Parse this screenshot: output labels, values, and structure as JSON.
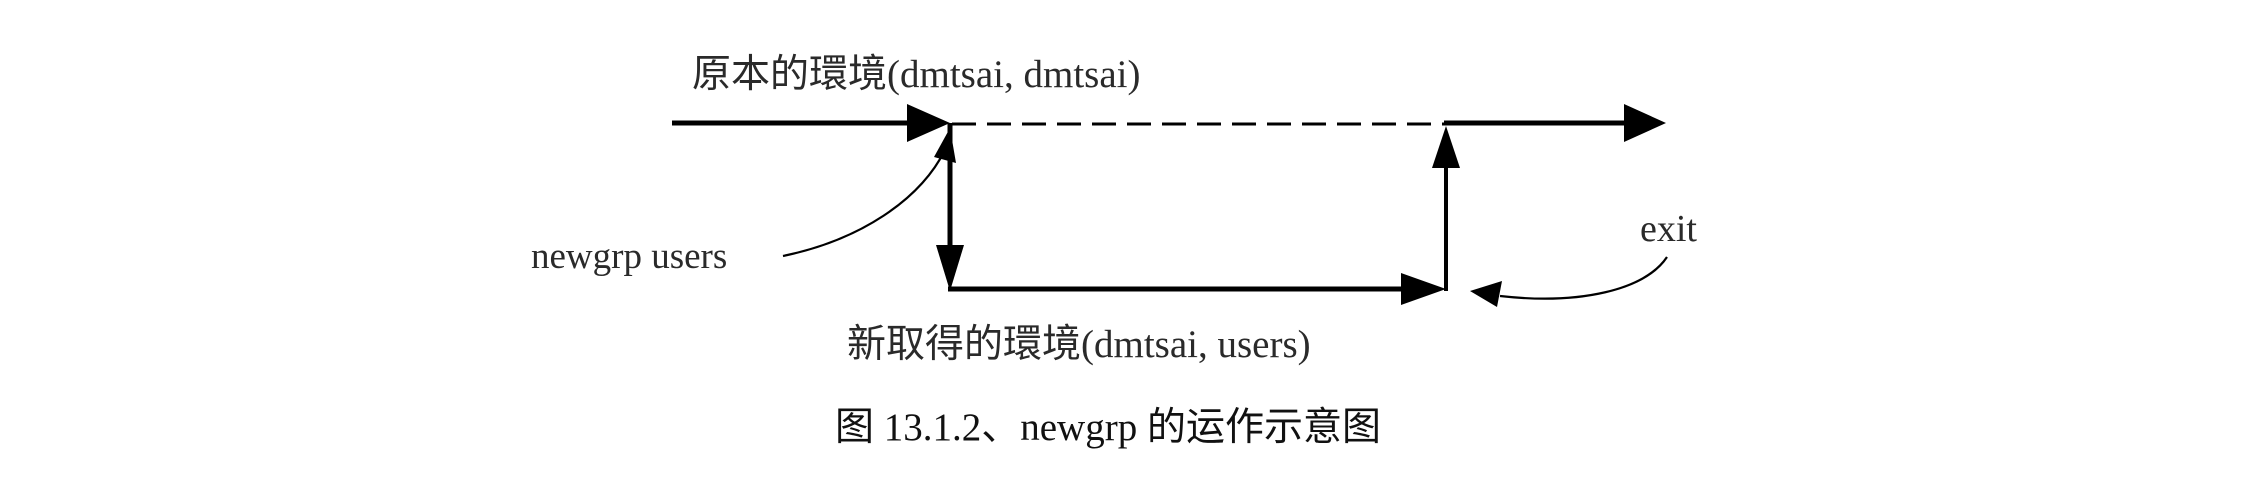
{
  "diagram": {
    "type": "flow",
    "description": "newgrp environment switching flow",
    "nodes": {
      "original_env": {
        "label": "原本的環境(dmtsai, dmtsai)"
      },
      "new_env": {
        "label": "新取得的環境(dmtsai, users)"
      }
    },
    "edges": [
      {
        "from": "start",
        "to": "original_env",
        "style": "solid"
      },
      {
        "from": "original_env",
        "to": "original_env_end",
        "style": "dashed"
      },
      {
        "from": "original_env",
        "to": "new_env",
        "style": "solid",
        "annotation": "newgrp users"
      },
      {
        "from": "new_env",
        "to": "original_env_end",
        "style": "solid",
        "annotation": "exit"
      },
      {
        "from": "original_env_end",
        "to": "continue",
        "style": "solid"
      }
    ],
    "annotations": {
      "newgrp_command": "newgrp users",
      "exit_command": "exit"
    },
    "colors": {
      "line": "#000000",
      "text": "#2a2a2a",
      "caption": "#111111",
      "background": "#ffffff"
    }
  },
  "caption": "图 13.1.2、newgrp  的运作示意图"
}
